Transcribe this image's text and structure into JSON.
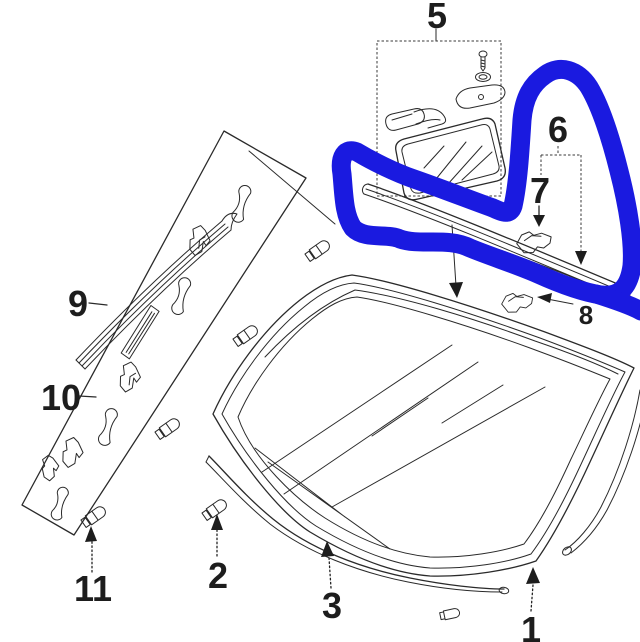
{
  "diagram": {
    "type": "exploded-parts-diagram",
    "subject": "windshield-glass-and-moldings",
    "background_color": "#ffffff",
    "line_color": "#2a2a2a",
    "label_color": "#1d1d1d",
    "annotation": {
      "color": "#1a1ae0",
      "style": "freehand-marker-loop",
      "highlights_part": "6"
    },
    "parts": [
      {
        "number": "1",
        "name": "windshield-glass"
      },
      {
        "number": "2",
        "name": "side-clip"
      },
      {
        "number": "3",
        "name": "lower-windshield-molding"
      },
      {
        "number": "5",
        "name": "rearview-mirror-set"
      },
      {
        "number": "6",
        "name": "upper-windshield-molding"
      },
      {
        "number": "7",
        "name": "upper-molding-clip"
      },
      {
        "number": "8",
        "name": "upper-molding-clip-b"
      },
      {
        "number": "9",
        "name": "side-windshield-molding"
      },
      {
        "number": "10",
        "name": "windshield-clip-rail"
      },
      {
        "number": "11",
        "name": "side-clip-b"
      }
    ]
  }
}
